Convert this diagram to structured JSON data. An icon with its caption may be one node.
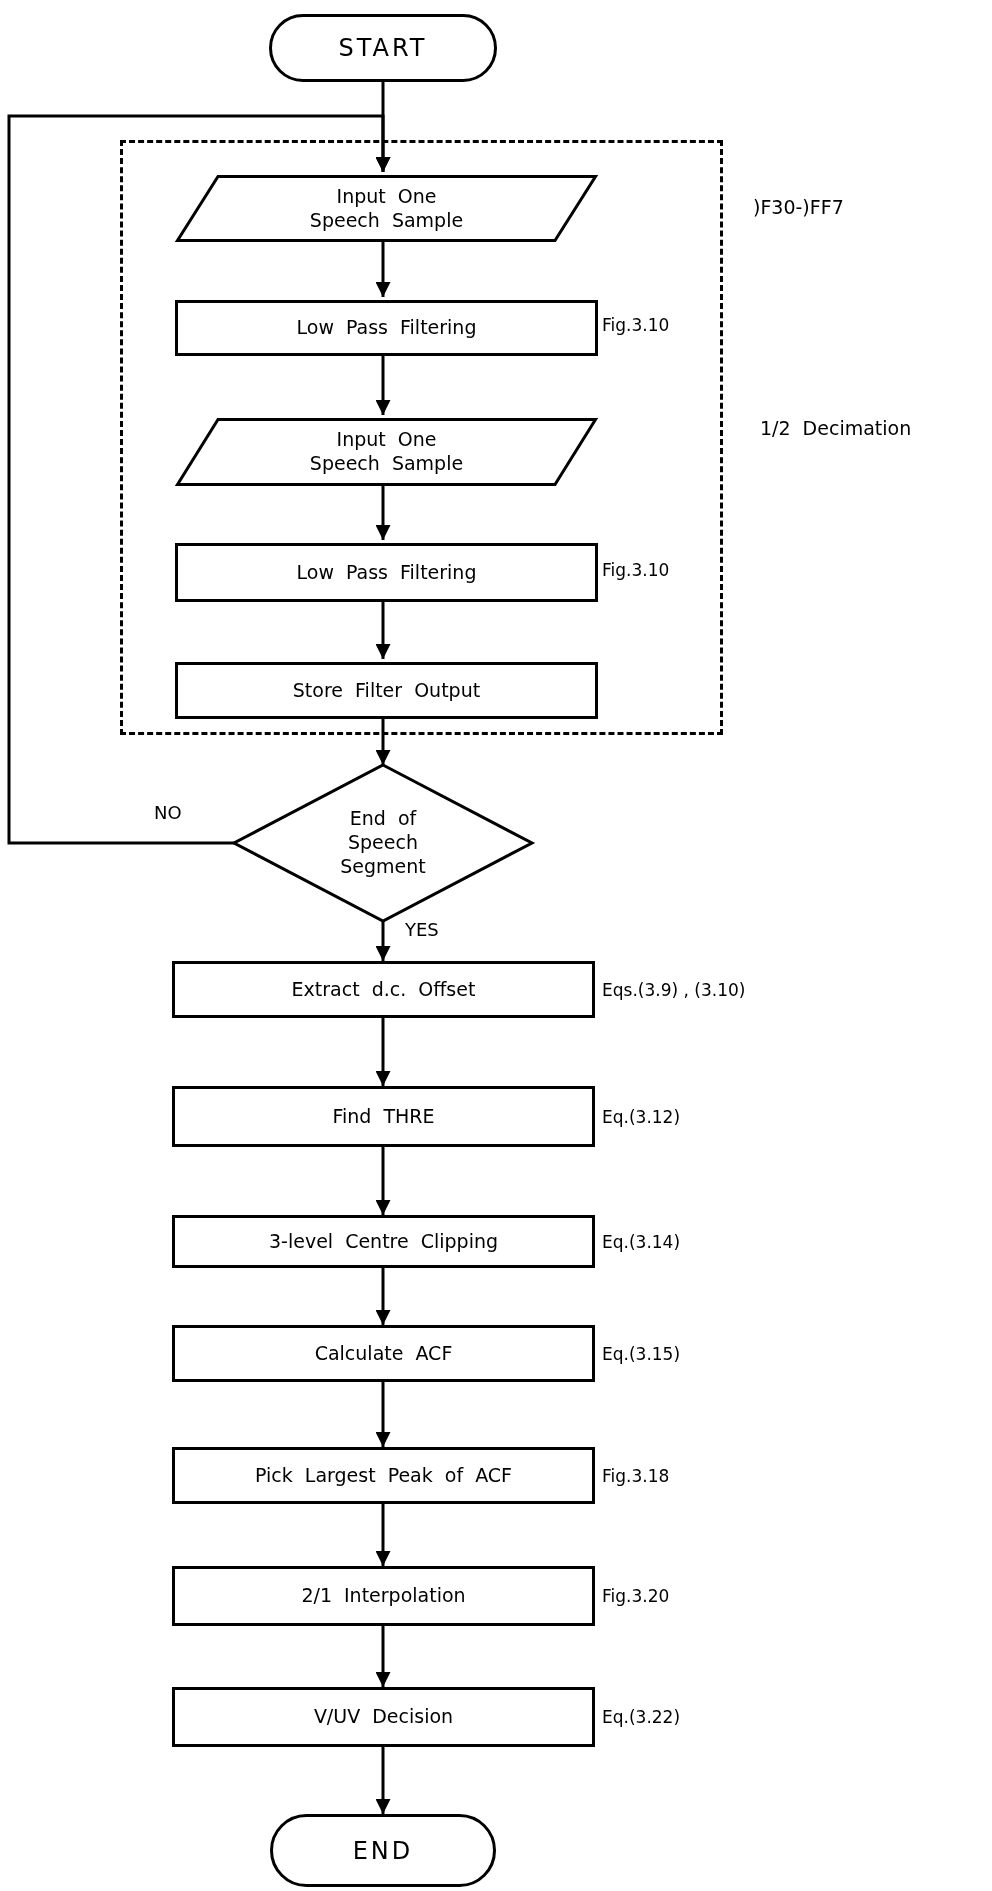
{
  "diagram": {
    "nodes": [
      {
        "text": [
          "START"
        ]
      },
      {
        "text": [],
        "shape": "box"
      },
      {
        "text": [
          "Input One Speech Sample"
        ],
        "in": 1
      },
      {
        "text": [
          "Low Pass Filtering"
        ],
        "in": 1,
        "beside": [
          "Fig.3.10"
        ]
      },
      {
        "text": [
          "Input One Speech Sample"
        ],
        "in": 1
      },
      {
        "text": [
          "Low Pass Filtering"
        ],
        "in": 1,
        "beside": [
          "Fig.3.10"
        ]
      },
      {
        "text": [
          "Store Filter Output"
        ],
        "in": 1
      },
      {
        "text": [
          "End of Speech Segment"
        ]
      },
      {
        "text": [
          "Extract d.c. Offset"
        ],
        "beside": [
          "Eqs.(3.9) , (3.10)"
        ]
      },
      {
        "text": [
          "Find THRE"
        ],
        "beside": [
          "Eq.(3.12)"
        ]
      },
      {
        "text": [
          "3-level Centre Clipping"
        ],
        "beside": [
          "Eq.(3.14)"
        ]
      },
      {
        "text": [
          "Calculate ACF"
        ],
        "beside": [
          "Eq.(3.15)"
        ]
      },
      {
        "text": [
          "Pick Largest Peak of ACF"
        ],
        "beside": [
          "Fig.3.18"
        ]
      },
      {
        "text": [
          "2/1 Interpolation"
        ],
        "beside": [
          "Fig.3.20"
        ]
      },
      {
        "text": [
          "V/UV Decision"
        ],
        "beside": [
          "Eq.(3.22)"
        ]
      },
      {
        "text": [
          "END"
        ]
      }
    ],
    "edges": [
      {
        "from": 0,
        "to": 2,
        "arrow": "to"
      },
      {
        "from": 2,
        "to": 3,
        "arrow": "to"
      },
      {
        "from": 3,
        "to": 4,
        "arrow": "to"
      },
      {
        "from": 4,
        "to": 5,
        "arrow": "to"
      },
      {
        "from": 5,
        "to": 6,
        "arrow": "to"
      },
      {
        "from": 6,
        "to": 7,
        "arrow": "to"
      },
      {
        "from": 7,
        "to": 2,
        "arrow": "to",
        "label": "NO"
      },
      {
        "from": 7,
        "to": 8,
        "arrow": "to",
        "label": "YES"
      },
      {
        "from": 8,
        "to": 9,
        "arrow": "to"
      },
      {
        "from": 9,
        "to": 10,
        "arrow": "to"
      },
      {
        "from": 10,
        "to": 11,
        "arrow": "to"
      },
      {
        "from": 11,
        "to": 12,
        "arrow": "to"
      },
      {
        "from": 12,
        "to": 13,
        "arrow": "to"
      },
      {
        "from": 13,
        "to": 14,
        "arrow": "to"
      },
      {
        "from": 14,
        "to": 15,
        "arrow": "to"
      }
    ],
    "labels": [
      ")F30-)FF7",
      "1/2 Decimation"
    ]
  }
}
